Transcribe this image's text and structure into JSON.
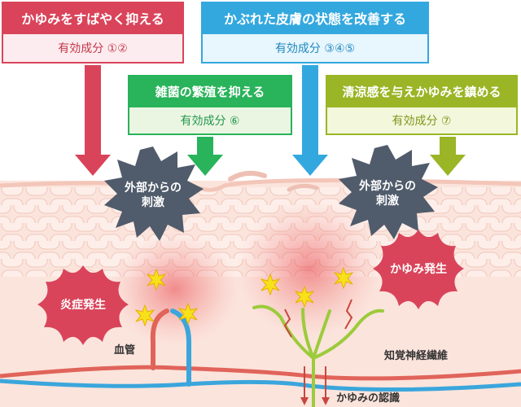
{
  "callouts": {
    "itch_suppress": {
      "title": "かゆみをすばやく抑える",
      "ingredient": "有効成分 ①②",
      "color": "#d9445a"
    },
    "skin_repair": {
      "title": "かぶれた皮膚の状態を改善する",
      "ingredient": "有効成分 ③④⑤",
      "color": "#33a8df"
    },
    "germ_suppress": {
      "title": "雑菌の繁殖を抑える",
      "ingredient": "有効成分 ⑥",
      "color": "#29b35a"
    },
    "cooling": {
      "title": "清涼感を与えかゆみを鎮める",
      "ingredient": "有効成分 ⑦",
      "color": "#9ab525"
    }
  },
  "bursts": {
    "external_left": {
      "line1": "外部からの",
      "line2": "刺激"
    },
    "external_right": {
      "line1": "外部からの",
      "line2": "刺激"
    },
    "inflammation": {
      "text": "炎症発生"
    },
    "itch_occurs": {
      "text": "かゆみ発生"
    }
  },
  "labels": {
    "blood_vessel": "血管",
    "sensory_nerve": "知覚神経繊維",
    "itch_recognition": "かゆみの認識"
  },
  "colors": {
    "skin": "#fbe4dc",
    "inflammation": "#e8434a",
    "vessel_red": "#e0645a",
    "vessel_blue": "#3aa6dc",
    "nerve": "#9ccb3b",
    "burst_dark": "#505b6b",
    "burst_red": "#d9445a",
    "spark": "#f7e11b"
  }
}
